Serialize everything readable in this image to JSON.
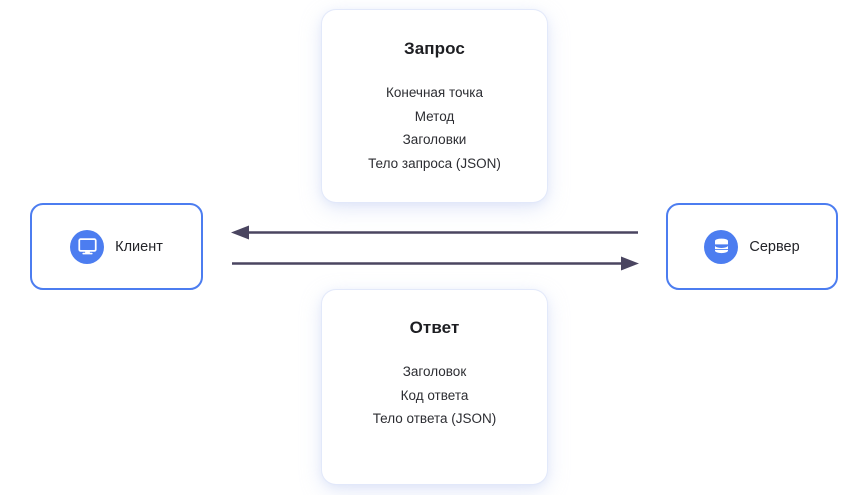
{
  "diagram": {
    "title_semantic": "client-server-request-response-diagram",
    "accent_color": "#4c7df0",
    "arrow_color": "#4a4560",
    "text_color": "#27282d",
    "background": "#ffffff"
  },
  "request_card": {
    "title": "Запрос",
    "lines": [
      "Конечная точка",
      "Метод",
      "Заголовки",
      "Тело запроса (JSON)"
    ]
  },
  "response_card": {
    "title": "Ответ",
    "lines": [
      "Заголовок",
      "Код ответа",
      "Тело ответа (JSON)"
    ]
  },
  "client": {
    "label": "Клиент",
    "icon": "monitor-icon"
  },
  "server": {
    "label": "Сервер",
    "icon": "database-icon"
  },
  "arrows": [
    {
      "name": "response-arrow",
      "direction": "left",
      "from": "server",
      "to": "client"
    },
    {
      "name": "request-arrow",
      "direction": "right",
      "from": "client",
      "to": "server"
    }
  ]
}
